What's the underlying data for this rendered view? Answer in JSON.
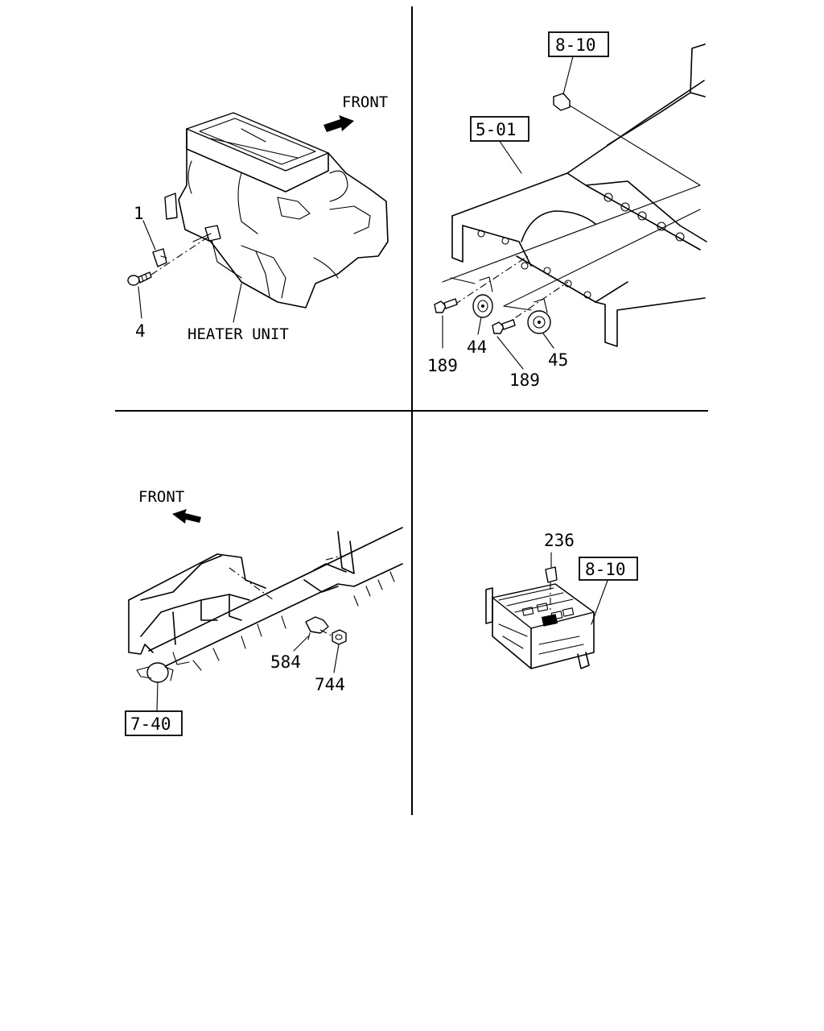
{
  "labels": {
    "q1_front": "FRONT",
    "q1_item_1": "1",
    "q1_item_4": "4",
    "q1_heater_unit": "HEATER UNIT",
    "q2_ref_810": "8-10",
    "q2_ref_501": "5-01",
    "q2_item_189a": "189",
    "q2_item_44": "44",
    "q2_item_189b": "189",
    "q2_item_45": "45",
    "q3_front": "FRONT",
    "q3_item_584": "584",
    "q3_item_744": "744",
    "q3_ref_740": "7-40",
    "q4_item_236": "236",
    "q4_ref_810": "8-10"
  },
  "icons": {
    "front_arrow": "arrow-icon",
    "reference_box": "boxed-reference"
  }
}
